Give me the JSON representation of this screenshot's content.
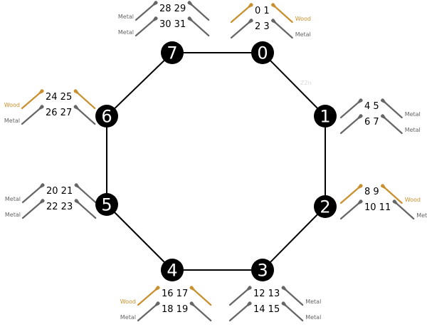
{
  "colors": {
    "wood": "#c8902e",
    "metal": "#666666",
    "node": "#000000",
    "edge": "#000000"
  },
  "edge_label": "Z2n",
  "nodes": [
    {
      "id": "0",
      "seats": [
        {
          "nums": "0 1",
          "material": "Wood"
        },
        {
          "nums": "2 3",
          "material": "Metal"
        }
      ]
    },
    {
      "id": "1",
      "seats": [
        {
          "nums": "4 5",
          "material": "Metal"
        },
        {
          "nums": "6 7",
          "material": "Metal"
        }
      ]
    },
    {
      "id": "2",
      "seats": [
        {
          "nums": "8 9",
          "material": "Wood"
        },
        {
          "nums": "10 11",
          "material": "Metal"
        }
      ]
    },
    {
      "id": "3",
      "seats": [
        {
          "nums": "12 13",
          "material": "Metal"
        },
        {
          "nums": "14 15",
          "material": "Metal"
        }
      ]
    },
    {
      "id": "4",
      "seats": [
        {
          "nums": "16 17",
          "material": "Wood"
        },
        {
          "nums": "18 19",
          "material": "Metal"
        }
      ]
    },
    {
      "id": "5",
      "seats": [
        {
          "nums": "20 21",
          "material": "Metal"
        },
        {
          "nums": "22 23",
          "material": "Metal"
        }
      ]
    },
    {
      "id": "6",
      "seats": [
        {
          "nums": "24 25",
          "material": "Wood"
        },
        {
          "nums": "26 27",
          "material": "Metal"
        }
      ]
    },
    {
      "id": "7",
      "seats": [
        {
          "nums": "28 29",
          "material": "Metal"
        },
        {
          "nums": "30 31",
          "material": "Metal"
        }
      ]
    }
  ]
}
